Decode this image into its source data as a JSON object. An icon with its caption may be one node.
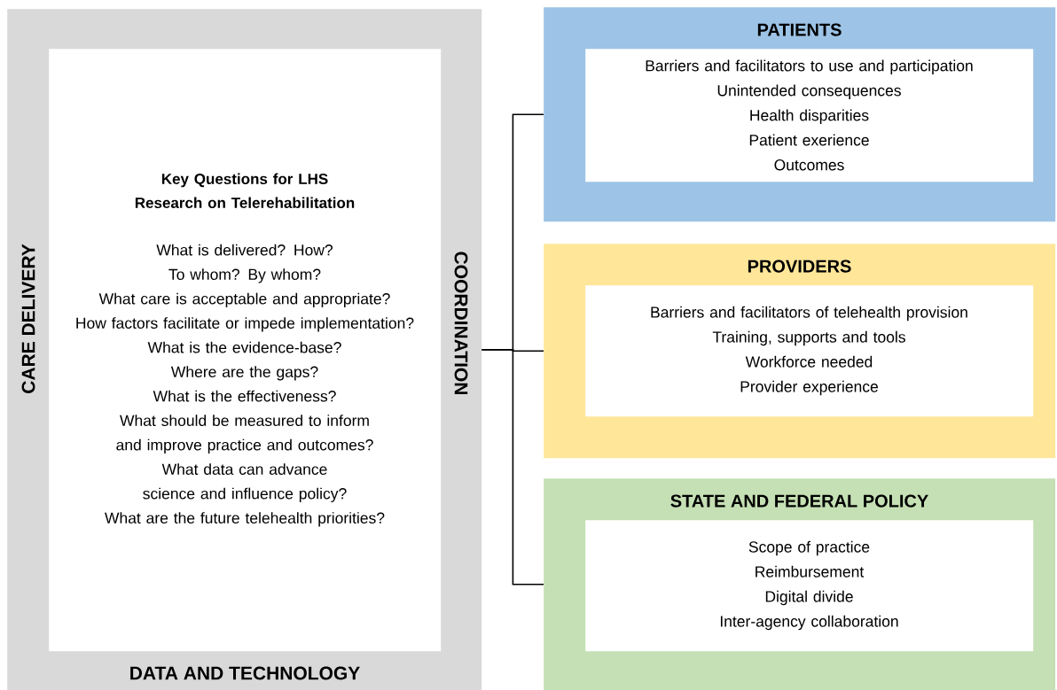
{
  "diagram": {
    "nodes": [
      {
        "text": [
          "CARE DELIVERY",
          "COORDINATION",
          "DATA AND TECHNOLOGY"
        ]
      },
      {
        "text": [
          "Key Questions for LHS Research on Telerehabilitation",
          "What is delivered? How?",
          "To whom? By whom?",
          "What care is acceptable and appropriate?",
          "How factors facilitate or impede implementation?",
          "What is the evidence-base? Where are the gaps?",
          "What is the effectiveness?",
          "What should be measured to inform and improve practice and outcomes?",
          "What data can advance science and influence policy?",
          "What are the future telehealth priorities?"
        ],
        "in": 0
      },
      {
        "text": [
          "PATIENTS"
        ]
      },
      {
        "text": [
          "Barriers and facilitators to use and participation",
          "Unintended consequences",
          "Health disparities",
          "Patient exerience",
          "Outcomes"
        ],
        "in": 2
      },
      {
        "text": [
          "PROVIDERS"
        ]
      },
      {
        "text": [
          "Barriers and facilitators of telehealth provision",
          "Training, supports and tools",
          "Workforce needed",
          "Provider experience"
        ],
        "in": 4
      },
      {
        "text": [
          "STATE AND FEDERAL POLICY"
        ]
      },
      {
        "text": [
          "Scope of practice",
          "Reimbursement",
          "Digital divide",
          "Inter-agency collaboration"
        ],
        "in": 6
      }
    ],
    "edges": [
      {
        "from": 0,
        "to": 2,
        "arrow": "none"
      },
      {
        "from": 0,
        "to": 4,
        "arrow": "none"
      },
      {
        "from": 0,
        "to": 6,
        "arrow": "none"
      }
    ]
  }
}
